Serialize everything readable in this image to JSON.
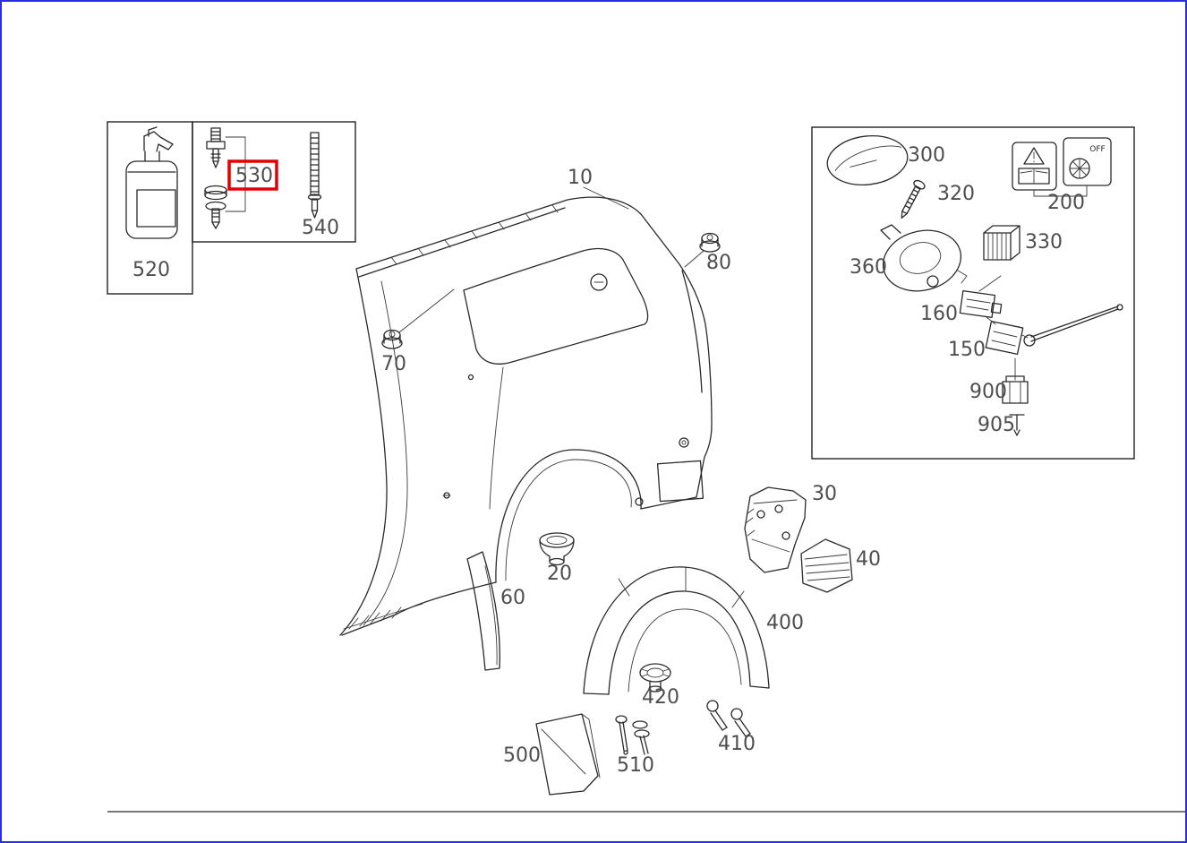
{
  "page": {
    "background": "#ffffff",
    "border_color": "#2b2bdf",
    "line_color": "#2a2a2a",
    "label_color": "#4e4e4e",
    "highlight_color": "#e40000"
  },
  "diagram": {
    "type": "vehicle-parts-exploded-diagram",
    "subject": "rear quarter panel / side panel with fuel filler flap and wheel arch liner",
    "highlighted_part": "530"
  },
  "parts": {
    "p10": "10",
    "p20": "20",
    "p30": "30",
    "p40": "40",
    "p60": "60",
    "p70": "70",
    "p80": "80",
    "p150": "150",
    "p160": "160",
    "p200": "200",
    "p300": "300",
    "p320": "320",
    "p330": "330",
    "p360": "360",
    "p400": "400",
    "p410": "410",
    "p420": "420",
    "p500": "500",
    "p510": "510",
    "p520": "520",
    "p530": "530",
    "p540": "540",
    "p900": "900",
    "p905": "905"
  },
  "plaque": {
    "off_text": "OFF"
  }
}
